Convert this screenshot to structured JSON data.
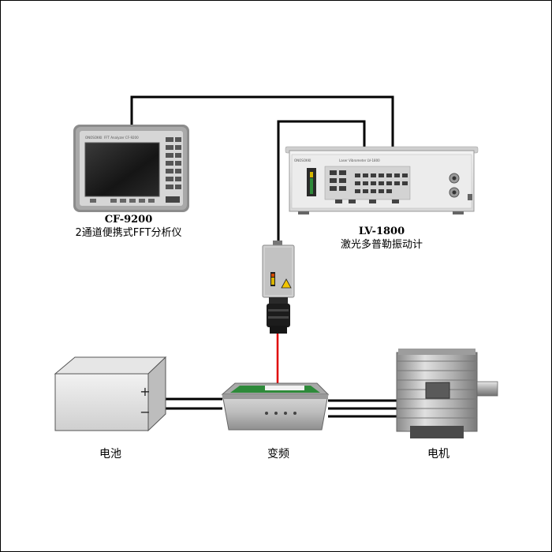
{
  "analyzer": {
    "model": "CF-9200",
    "description": "2通道便携式FFT分析仪",
    "brand": "ONOSOKKI",
    "screen_caption": "FFT Analyzer CF-9200"
  },
  "vibrometer": {
    "model": "LV-1800",
    "description": "激光多普勒振动计",
    "brand": "ONOSOKKI",
    "panel_caption": "Laser Vibrometer LV-1800"
  },
  "battery": {
    "label": "电池",
    "plus": "+",
    "minus": "−"
  },
  "inverter": {
    "label": "变频"
  },
  "motor": {
    "label": "电机"
  },
  "colors": {
    "cable": "#000000",
    "laser_beam": "#e00000",
    "pcb_green": "#2e8a3a"
  }
}
